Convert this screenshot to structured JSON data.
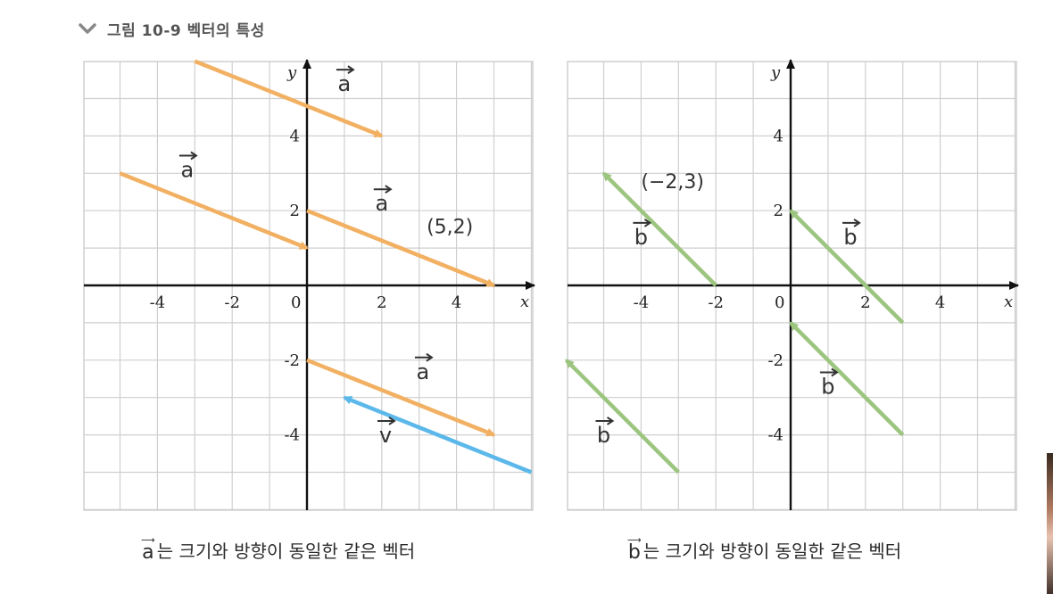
{
  "header": {
    "icon": "chevron-down-icon",
    "title": "그림 10-9 벡터의 특성"
  },
  "colors": {
    "orange": "#F2B062",
    "blue": "#5BB8EA",
    "green": "#9CC57F",
    "grid": "#cfcfcf",
    "axis": "#111111"
  },
  "left_panel": {
    "axis_x_label": "x",
    "axis_y_label": "y",
    "x_ticks": [
      {
        "v": -4,
        "t": "-4"
      },
      {
        "v": -2,
        "t": "-2"
      },
      {
        "v": 2,
        "t": "2"
      },
      {
        "v": 4,
        "t": "4"
      }
    ],
    "y_ticks": [
      {
        "v": 4,
        "t": "4"
      },
      {
        "v": 2,
        "t": "2"
      },
      {
        "v": -2,
        "t": "-2"
      },
      {
        "v": -4,
        "t": "-4"
      }
    ],
    "origin_label": "0",
    "vectors": [
      {
        "name": "a",
        "color": "orange",
        "from": [
          -3,
          6
        ],
        "to": [
          2,
          4
        ]
      },
      {
        "name": "a",
        "color": "orange",
        "from": [
          -5,
          3
        ],
        "to": [
          0,
          1
        ]
      },
      {
        "name": "a",
        "color": "orange",
        "from": [
          0,
          2
        ],
        "to": [
          5,
          0
        ]
      },
      {
        "name": "a",
        "color": "orange",
        "from": [
          0,
          -2
        ],
        "to": [
          5,
          -4
        ]
      },
      {
        "name": "v",
        "color": "blue",
        "from": [
          6,
          -5
        ],
        "to": [
          1,
          -3
        ]
      }
    ],
    "vector_labels": [
      {
        "letter": "a",
        "at": [
          1,
          5.2
        ]
      },
      {
        "letter": "a",
        "at": [
          -3.2,
          2.9
        ]
      },
      {
        "letter": "a",
        "at": [
          2,
          2.0
        ]
      },
      {
        "letter": "a",
        "at": [
          3.1,
          -2.5
        ]
      },
      {
        "letter": "v",
        "at": [
          2.1,
          -4.2
        ]
      }
    ],
    "annotation": {
      "text": "(5,2)",
      "at": [
        3.2,
        1.4
      ]
    },
    "caption_letter": "a",
    "caption_text": "는 크기와 방향이 동일한 같은 벡터"
  },
  "right_panel": {
    "axis_x_label": "x",
    "axis_y_label": "y",
    "x_ticks": [
      {
        "v": -4,
        "t": "-4"
      },
      {
        "v": -2,
        "t": "-2"
      },
      {
        "v": 2,
        "t": "2"
      },
      {
        "v": 4,
        "t": "4"
      }
    ],
    "y_ticks": [
      {
        "v": 4,
        "t": "4"
      },
      {
        "v": 2,
        "t": "2"
      },
      {
        "v": -2,
        "t": "-2"
      },
      {
        "v": -4,
        "t": "-4"
      }
    ],
    "origin_label": "0",
    "vectors": [
      {
        "name": "b",
        "color": "green",
        "from": [
          -2,
          0
        ],
        "to": [
          -5,
          3
        ]
      },
      {
        "name": "b",
        "color": "green",
        "from": [
          3,
          -1
        ],
        "to": [
          0,
          2
        ]
      },
      {
        "name": "b",
        "color": "green",
        "from": [
          3,
          -4
        ],
        "to": [
          0,
          -1
        ]
      },
      {
        "name": "b",
        "color": "green",
        "from": [
          -3,
          -5
        ],
        "to": [
          -6,
          -2
        ]
      }
    ],
    "vector_labels": [
      {
        "letter": "b",
        "at": [
          -4,
          1.1
        ]
      },
      {
        "letter": "b",
        "at": [
          1.6,
          1.1
        ]
      },
      {
        "letter": "b",
        "at": [
          1,
          -2.9
        ]
      },
      {
        "letter": "b",
        "at": [
          -5,
          -4.2
        ]
      }
    ],
    "annotation": {
      "text": "(−2,3)",
      "at": [
        -4,
        2.6
      ]
    },
    "caption_letter": "b",
    "caption_text": "는 크기와 방향이 동일한 같은 벡터"
  }
}
